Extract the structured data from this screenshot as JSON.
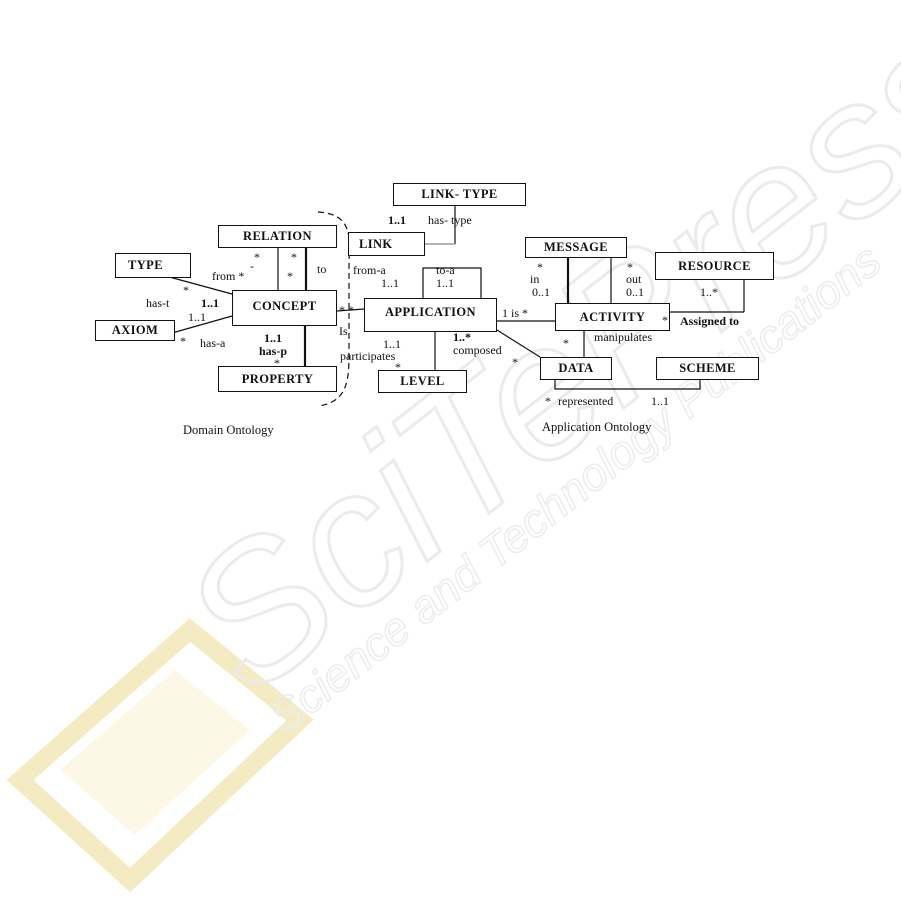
{
  "watermark": {
    "line1": "SciTePress",
    "line2": "Science and Technology Publications",
    "colors": {
      "main": "#e6e6e6",
      "logo": "#f7e9a8"
    }
  },
  "entities": {
    "link_type": "LINK- TYPE",
    "relation": "RELATION",
    "link": "LINK",
    "message": "MESSAGE",
    "resource": "RESOURCE",
    "type": "TYPE",
    "concept": "CONCEPT",
    "application": "APPLICATION",
    "activity": "ACTIVITY",
    "axiom": "AXIOM",
    "property": "PROPERTY",
    "level": "LEVEL",
    "data": "DATA",
    "scheme": "SCHEME"
  },
  "labels": {
    "lt_mult": "1..1",
    "has_type": "has- type",
    "rel_star_a": "*",
    "rel_dash": "-",
    "from_star": "from *",
    "rel_star_b": "*",
    "rel_star_c": "*",
    "to": "to",
    "from_a": "from-a",
    "from_a_mult": "1..1",
    "to_a": "to-a",
    "to_a_mult": "1..1",
    "type_star": "*",
    "has_t": "has-t",
    "has_t_mult1": "1..1",
    "has_t_mult2": "1..1",
    "axiom_star": "*",
    "has_a": "has-a",
    "has_p_mult": "1..1",
    "has_p": "has-p",
    "prop_star": "*",
    "star_star": "* *",
    "is": "Is",
    "participates": "participates",
    "part_mult": "1..1",
    "level_star": "*",
    "comp_mult": "1..*",
    "composed": "composed",
    "comp_star": "*",
    "one_is": "1 is *",
    "in_star": "*",
    "in": "in",
    "in_mult": "0..1",
    "out_star": "*",
    "out": "out",
    "out_mult": "0..1",
    "res_mult": "1..*",
    "assigned_star": "*",
    "assigned_to": "Assigned to",
    "act_star": "*",
    "manipulates": "manipulates",
    "rep_star": "*",
    "represented": "represented",
    "rep_mult": "1..1"
  },
  "captions": {
    "domain": "Domain Ontology",
    "application": "Application Ontology"
  }
}
